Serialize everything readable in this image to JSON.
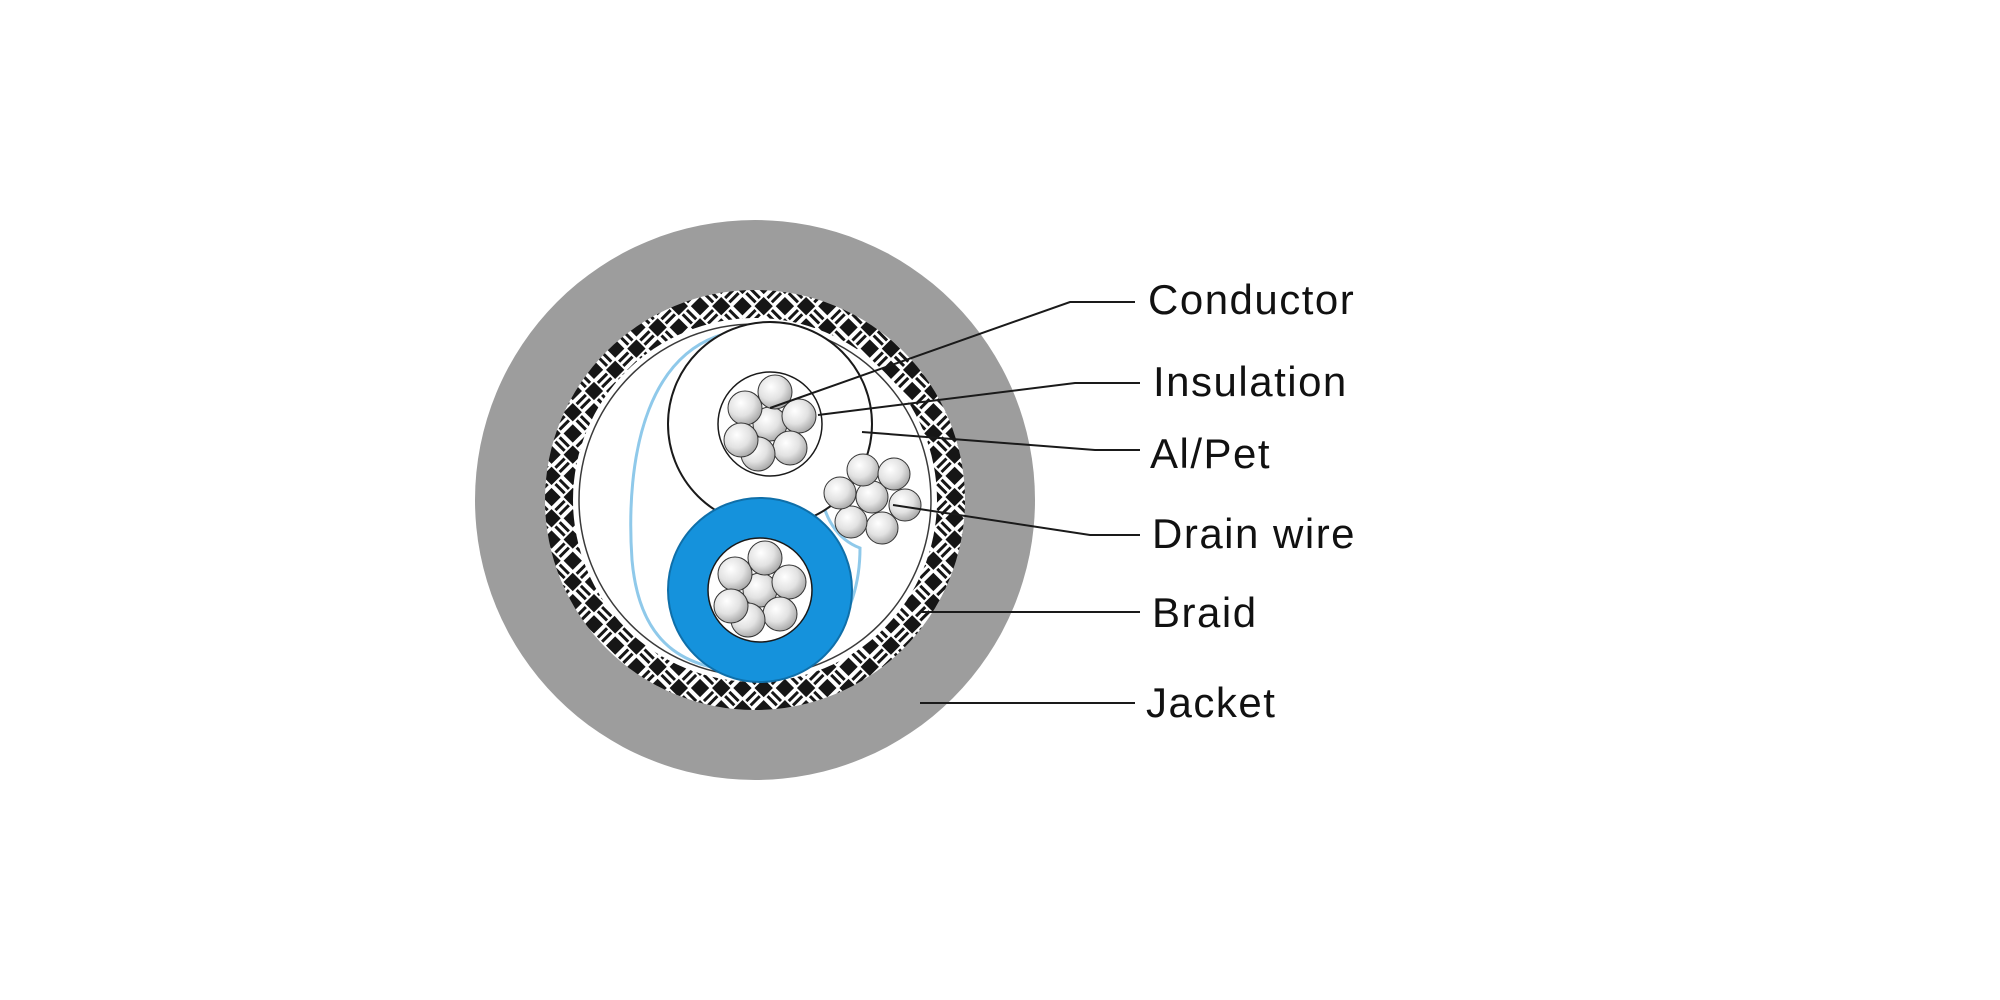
{
  "diagram": {
    "callouts": [
      {
        "id": "conductor",
        "label": "Conductor"
      },
      {
        "id": "insulation",
        "label": "Insulation"
      },
      {
        "id": "al-pet",
        "label": "Al/Pet"
      },
      {
        "id": "drain-wire",
        "label": "Drain wire"
      },
      {
        "id": "braid",
        "label": "Braid"
      },
      {
        "id": "jacket",
        "label": "Jacket"
      }
    ]
  },
  "colors": {
    "jacket": "#9d9d9d",
    "braid_dark": "#161616",
    "braid_light": "#ffffff",
    "insulation_blue": "#1592dc",
    "al_pet": "#8fc9ea",
    "strand_light": "#f4f4f4",
    "strand_dark": "#a9a9a9"
  }
}
